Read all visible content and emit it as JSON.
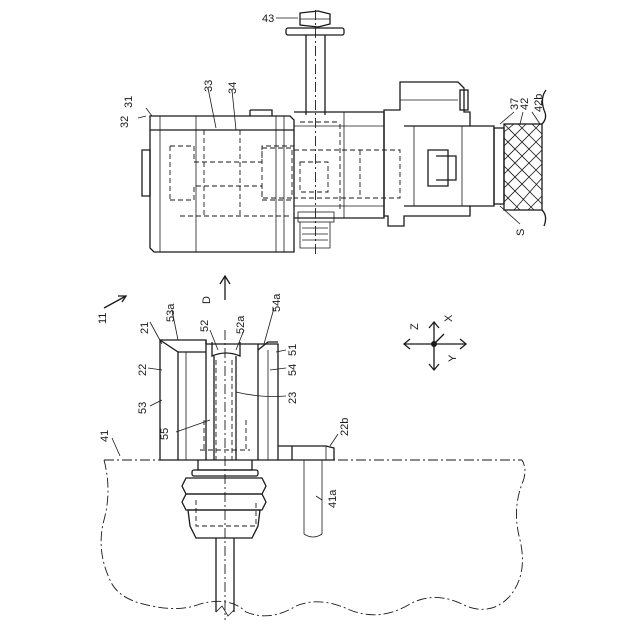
{
  "figure": {
    "upper_view": {
      "labels": {
        "bolt": "43",
        "body_a": "31",
        "body_b": "32",
        "part_33": "33",
        "part_34": "34",
        "part_37": "37",
        "pipe_42": "42",
        "pipe_42b": "42b",
        "sleeve": "S"
      }
    },
    "lower_view": {
      "labels": {
        "assembly": "11",
        "direction": "D",
        "part_21": "21",
        "part_22": "22",
        "part_22b": "22b",
        "part_23": "23",
        "part_41": "41",
        "part_41a": "41a",
        "part_51": "51",
        "part_52": "52",
        "part_52a": "52a",
        "part_53": "53",
        "part_53a": "53a",
        "part_54": "54",
        "part_54a": "54a",
        "part_55": "55"
      }
    },
    "axes": {
      "x": "X",
      "y": "Y",
      "z": "Z"
    }
  }
}
